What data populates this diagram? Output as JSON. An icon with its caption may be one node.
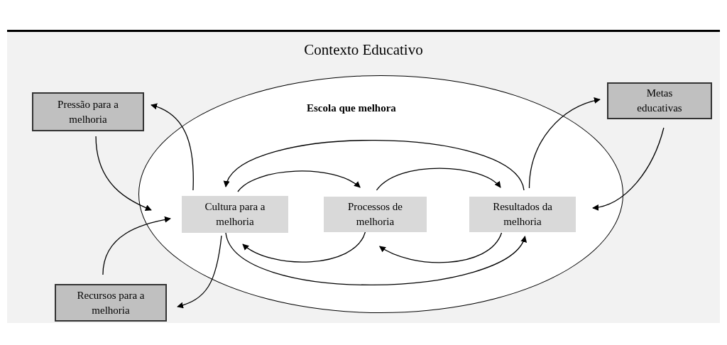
{
  "diagram": {
    "nodes": [
      {
        "text": [
          "Contexto Educativo"
        ]
      },
      {
        "text": [
          "Pressão para a melhoria"
        ],
        "in": 0
      },
      {
        "text": [
          "Escola que melhora"
        ],
        "in": 0
      },
      {
        "text": [
          "Metas educativas"
        ],
        "in": 0
      },
      {
        "text": [
          "Cultura para a melhoria"
        ],
        "in": 2
      },
      {
        "text": [
          "Processos de melhoria"
        ],
        "in": 2
      },
      {
        "text": [
          "Resultados da melhoria"
        ],
        "in": 2
      },
      {
        "text": [
          "Recursos para a melhoria"
        ],
        "in": 0
      }
    ],
    "edges": [
      {
        "from": 4,
        "to": 5,
        "arrow": "to"
      },
      {
        "from": 5,
        "to": 6,
        "arrow": "to"
      },
      {
        "from": 6,
        "to": 4,
        "arrow": "to"
      },
      {
        "from": 5,
        "to": 4,
        "arrow": "to"
      },
      {
        "from": 6,
        "to": 5,
        "arrow": "to"
      },
      {
        "from": 4,
        "to": 6,
        "arrow": "to"
      },
      {
        "from": 4,
        "to": 1,
        "arrow": "to"
      },
      {
        "from": 1,
        "to": 4,
        "arrow": "to"
      },
      {
        "from": 7,
        "to": 4,
        "arrow": "to"
      },
      {
        "from": 4,
        "to": 7,
        "arrow": "to"
      },
      {
        "from": 6,
        "to": 3,
        "arrow": "to"
      },
      {
        "from": 3,
        "to": 6,
        "arrow": "to"
      }
    ]
  }
}
